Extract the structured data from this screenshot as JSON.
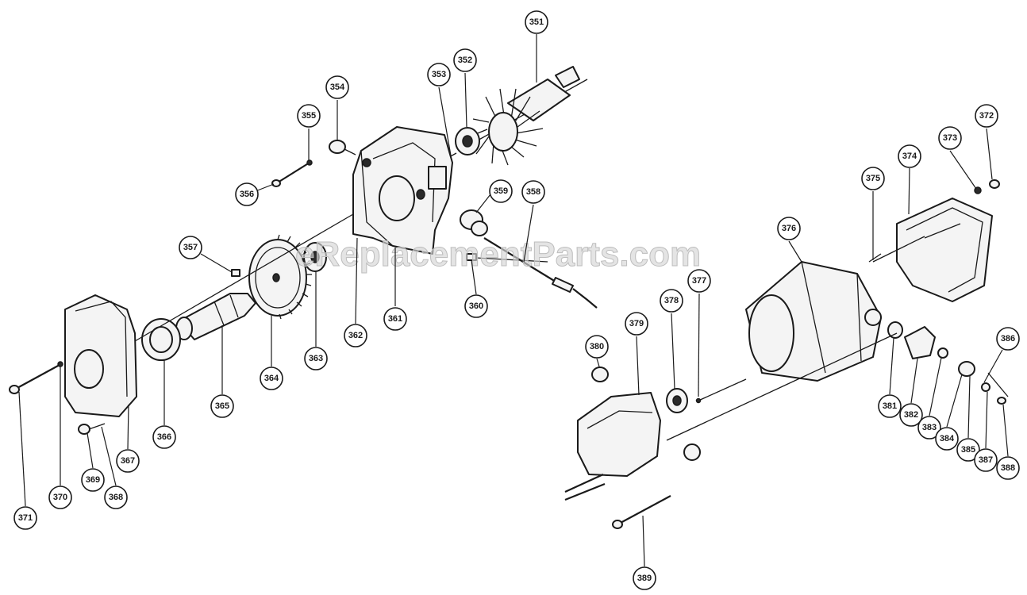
{
  "watermark": "eReplacementParts.com",
  "colors": {
    "ink": "#1a1a1a",
    "paper": "#ffffff",
    "watermark": "#d6d6d6"
  },
  "callouts": [
    {
      "id": "351",
      "label": "351"
    },
    {
      "id": "352",
      "label": "352"
    },
    {
      "id": "353",
      "label": "353"
    },
    {
      "id": "354",
      "label": "354"
    },
    {
      "id": "355",
      "label": "355"
    },
    {
      "id": "356",
      "label": "356"
    },
    {
      "id": "357",
      "label": "357"
    },
    {
      "id": "358",
      "label": "358"
    },
    {
      "id": "359",
      "label": "359"
    },
    {
      "id": "360",
      "label": "360"
    },
    {
      "id": "361",
      "label": "361"
    },
    {
      "id": "362",
      "label": "362"
    },
    {
      "id": "363",
      "label": "363"
    },
    {
      "id": "364",
      "label": "364"
    },
    {
      "id": "365",
      "label": "365"
    },
    {
      "id": "366",
      "label": "366"
    },
    {
      "id": "367",
      "label": "367"
    },
    {
      "id": "368",
      "label": "368"
    },
    {
      "id": "369",
      "label": "369"
    },
    {
      "id": "370",
      "label": "370"
    },
    {
      "id": "371",
      "label": "371"
    },
    {
      "id": "372",
      "label": "372"
    },
    {
      "id": "373",
      "label": "373"
    },
    {
      "id": "374",
      "label": "374"
    },
    {
      "id": "375",
      "label": "375"
    },
    {
      "id": "376",
      "label": "376"
    },
    {
      "id": "377",
      "label": "377"
    },
    {
      "id": "378",
      "label": "378"
    },
    {
      "id": "379",
      "label": "379"
    },
    {
      "id": "380",
      "label": "380"
    },
    {
      "id": "381",
      "label": "381"
    },
    {
      "id": "382",
      "label": "382"
    },
    {
      "id": "383",
      "label": "383"
    },
    {
      "id": "384",
      "label": "384"
    },
    {
      "id": "385",
      "label": "385"
    },
    {
      "id": "386",
      "label": "386"
    },
    {
      "id": "387",
      "label": "387"
    },
    {
      "id": "388",
      "label": "388"
    },
    {
      "id": "389",
      "label": "389"
    }
  ]
}
